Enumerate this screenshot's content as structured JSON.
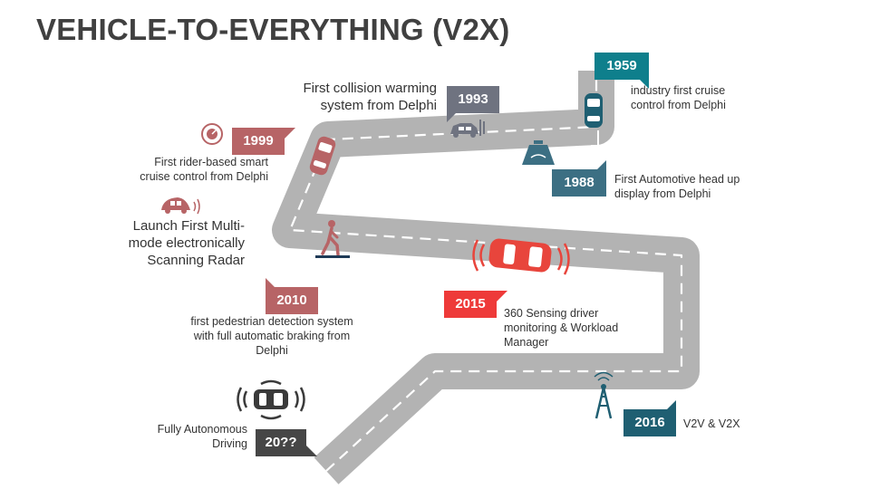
{
  "title": "VEHICLE-TO-EVERYTHING (V2X)",
  "colors": {
    "road": "#b3b3b3",
    "gray_badge": "#6f7380",
    "rose_badge": "#b76466",
    "teal_badge": "#0e7f8c",
    "slate_badge": "#3c6f83",
    "red_badge": "#ee3a39",
    "dark_badge": "#464646",
    "navy_badge": "#1f5f72",
    "red_car": "#e8453c"
  },
  "milestones": [
    {
      "year": "1993",
      "text": "First collision warming system from Delphi",
      "icon": "car-radar-icon"
    },
    {
      "year": "1959",
      "text": "industry first cruise control from Delphi",
      "icon": "car-topview-icon"
    },
    {
      "year": "1999",
      "text": "First rider-based smart cruise control from Delphi",
      "icon": "speedometer-icon"
    },
    {
      "year": "1988",
      "text": "First Automotive head up display from Delphi",
      "icon": "windshield-hud-icon"
    },
    {
      "year": "",
      "text": "Launch First Multi-mode  electronically Scanning Radar",
      "icon": "beetle-radar-icon"
    },
    {
      "year": "2010",
      "text": "first pedestrian detection system  with full automatic braking from Delphi",
      "icon": "pedestrian-icon"
    },
    {
      "year": "2015",
      "text": "360 Sensing driver monitoring & Workload Manager",
      "icon": "red-car-sensing-icon"
    },
    {
      "year": "2016",
      "text": "V2V & V2X",
      "icon": "antenna-tower-icon"
    },
    {
      "year": "20??",
      "text": "Fully Autonomous Driving",
      "icon": "autonomous-car-icon"
    }
  ]
}
